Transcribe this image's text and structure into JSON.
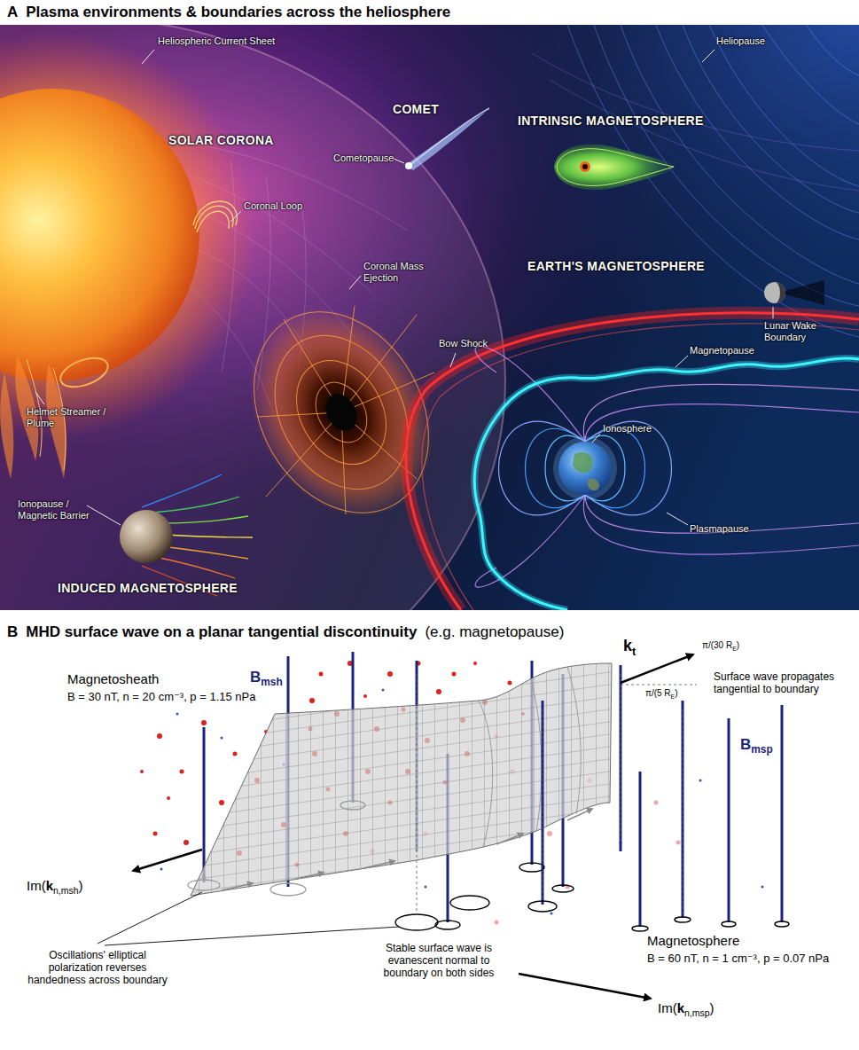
{
  "diagram": {
    "labels": [
      "A",
      "Plasma environments & boundaries across the heliosphere",
      "Heliospheric Current Sheet",
      "Heliopause",
      "SOLAR CORONA",
      "COMET",
      "INTRINSIC MAGNETOSPHERE",
      "Cometopause",
      "Coronal Loop",
      "Coronal Mass Ejection",
      "EARTH'S MAGNETOSPHERE",
      "Bow Shock",
      "Lunar Wake Boundary",
      "Magnetopause",
      "Helmet Streamer / Plume",
      "Ionosphere",
      "Ionopause / Magnetic Barrier",
      "Plasmapause",
      "INDUCED MAGNETOSPHERE",
      "B",
      "MHD surface wave on a planar tangential discontinuity",
      "(e.g. magnetopause)",
      "Magnetosheath",
      "B = 30 nT, n = 20 cm⁻³, p = 1.15 nPa",
      "B",
      "msh",
      "k",
      "t",
      "π/(30 R",
      "E",
      ")",
      "π/(5 R",
      "E",
      ")",
      "Surface wave propagates tangential to boundary",
      "B",
      "msp",
      "Im(",
      "k",
      "n,msh",
      ")",
      "Magnetosphere",
      "B = 60 nT, n = 1 cm⁻³, p = 0.07 nPa",
      "Oscillations' elliptical polarization reverses handedness across boundary",
      "Stable surface wave is evanescent normal to boundary on both sides",
      "Im(",
      "k",
      "n,msp",
      ")"
    ]
  }
}
